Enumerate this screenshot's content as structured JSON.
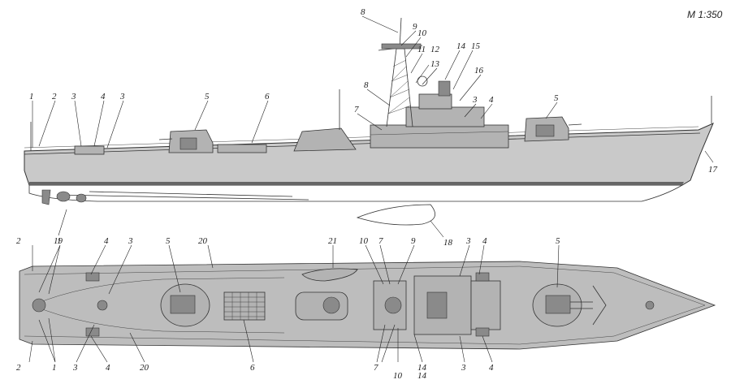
{
  "scale_label": "M 1:350",
  "side_view_labels": [
    {
      "id": "s1",
      "text": "1"
    },
    {
      "id": "s2",
      "text": "2"
    },
    {
      "id": "s3a",
      "text": "3"
    },
    {
      "id": "s4a",
      "text": "4"
    },
    {
      "id": "s3b",
      "text": "3"
    },
    {
      "id": "s5a",
      "text": "5"
    },
    {
      "id": "s6",
      "text": "6"
    },
    {
      "id": "s7",
      "text": "7"
    },
    {
      "id": "s8a",
      "text": "8"
    },
    {
      "id": "s8b",
      "text": "8"
    },
    {
      "id": "s9",
      "text": "9"
    },
    {
      "id": "s10",
      "text": "10"
    },
    {
      "id": "s11",
      "text": "11"
    },
    {
      "id": "s12",
      "text": "12"
    },
    {
      "id": "s13",
      "text": "13"
    },
    {
      "id": "s14",
      "text": "14"
    },
    {
      "id": "s15",
      "text": "15"
    },
    {
      "id": "s16",
      "text": "16"
    },
    {
      "id": "s3c",
      "text": "3"
    },
    {
      "id": "s4b",
      "text": "4"
    },
    {
      "id": "s5b",
      "text": "5"
    },
    {
      "id": "s17",
      "text": "17"
    },
    {
      "id": "s18",
      "text": "18"
    },
    {
      "id": "s19",
      "text": "19"
    }
  ],
  "plan_view_labels": [
    {
      "id": "p2a",
      "text": "2"
    },
    {
      "id": "p1a",
      "text": "1"
    },
    {
      "id": "p4a",
      "text": "4"
    },
    {
      "id": "p3a",
      "text": "3"
    },
    {
      "id": "p5a",
      "text": "5"
    },
    {
      "id": "p20a",
      "text": "20"
    },
    {
      "id": "p21",
      "text": "21"
    },
    {
      "id": "p10a",
      "text": "10"
    },
    {
      "id": "p7a",
      "text": "7"
    },
    {
      "id": "p9",
      "text": "9"
    },
    {
      "id": "p3b",
      "text": "3"
    },
    {
      "id": "p4b",
      "text": "4"
    },
    {
      "id": "p5b",
      "text": "5"
    },
    {
      "id": "p2b",
      "text": "2"
    },
    {
      "id": "p1b",
      "text": "1"
    },
    {
      "id": "p3c",
      "text": "3"
    },
    {
      "id": "p4c",
      "text": "4"
    },
    {
      "id": "p20b",
      "text": "20"
    },
    {
      "id": "p6",
      "text": "6"
    },
    {
      "id": "p7b",
      "text": "7"
    },
    {
      "id": "p10b",
      "text": "10"
    },
    {
      "id": "p14a",
      "text": "14"
    },
    {
      "id": "p14b",
      "text": "14"
    },
    {
      "id": "p3d",
      "text": "3"
    },
    {
      "id": "p4d",
      "text": "4"
    }
  ]
}
